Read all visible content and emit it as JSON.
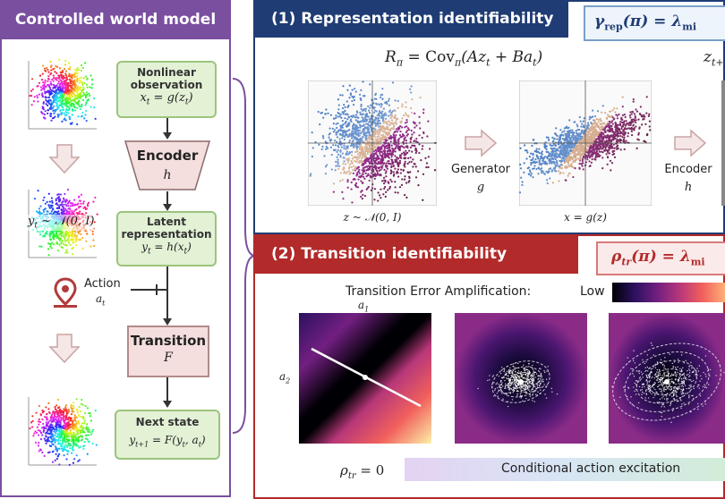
{
  "left": {
    "title": "Controlled world model",
    "obs_title": "Nonlinear observation",
    "obs_math": "x",
    "obs_math_sub": "t",
    "obs_math_rest": " = g(z",
    "obs_math_sub2": "t",
    "obs_math_end": ")",
    "encoder_label": "Encoder",
    "encoder_symbol": "h",
    "latent_title": "Latent representation",
    "latent_math": "y",
    "latent_math_sub": "t",
    "latent_math_rest": " = h(x",
    "latent_math_sub2": "t",
    "latent_math_end": ")",
    "gauss_label": "y",
    "gauss_label_sub": "t",
    "gauss_label_rest": " ~ 𝒩(0, I)",
    "action_label": "Action",
    "action_symbol": "a",
    "action_symbol_sub": "t",
    "transition_label": "Transition",
    "transition_symbol": "F",
    "next_title": "Next state",
    "next_math": "y",
    "next_math_sub": "t+1",
    "next_math_rest": " = F(y",
    "next_math_sub2": "t",
    "next_math_mid": ", a",
    "next_math_sub3": "t",
    "next_math_end": ")"
  },
  "panel1": {
    "title": "(1) Representation identifiability",
    "gamma_formula": "γ_rep(π) = λ_mi",
    "gamma_main": "γ",
    "gamma_sub": "rep",
    "gamma_rest": "(π) = λ",
    "gamma_sub2": "mi",
    "r_formula": "R",
    "r_sub": "π",
    "r_rest": " = Cov",
    "r_sub2": "π",
    "r_end": "(Az",
    "r_sub3": "t",
    "r_mid": " + Ba",
    "r_sub4": "t",
    "r_close": ")",
    "z_cut": "z",
    "z_cut_sub": "t+",
    "plot1_caption": "z ~ 𝒩(0, I)",
    "generator_label": "Generator",
    "generator_symbol": "g",
    "plot2_caption": "x = g(z)",
    "encoder_label": "Encoder",
    "encoder_symbol": "h"
  },
  "panel2": {
    "title": "(2) Transition identifiability",
    "rho_main": "ρ",
    "rho_sub": "tr",
    "rho_rest": "(π) = λ",
    "rho_sub2": "mi",
    "amp_label": "Transition Error Amplification:",
    "low_label": "Low",
    "a1_label": "a",
    "a1_sub": "1",
    "a2_label": "a",
    "a2_sub": "2",
    "rho_zero": "ρ",
    "rho_zero_sub": "tr",
    "rho_zero_rest": " = 0",
    "excitation_label": "Conditional action excitation"
  },
  "colors": {
    "purple": "#7a4fa0",
    "navy": "#1f3c74",
    "red": "#b22a2a",
    "green_fill": "#e3f1d5",
    "pink_fill": "#f5dede"
  }
}
